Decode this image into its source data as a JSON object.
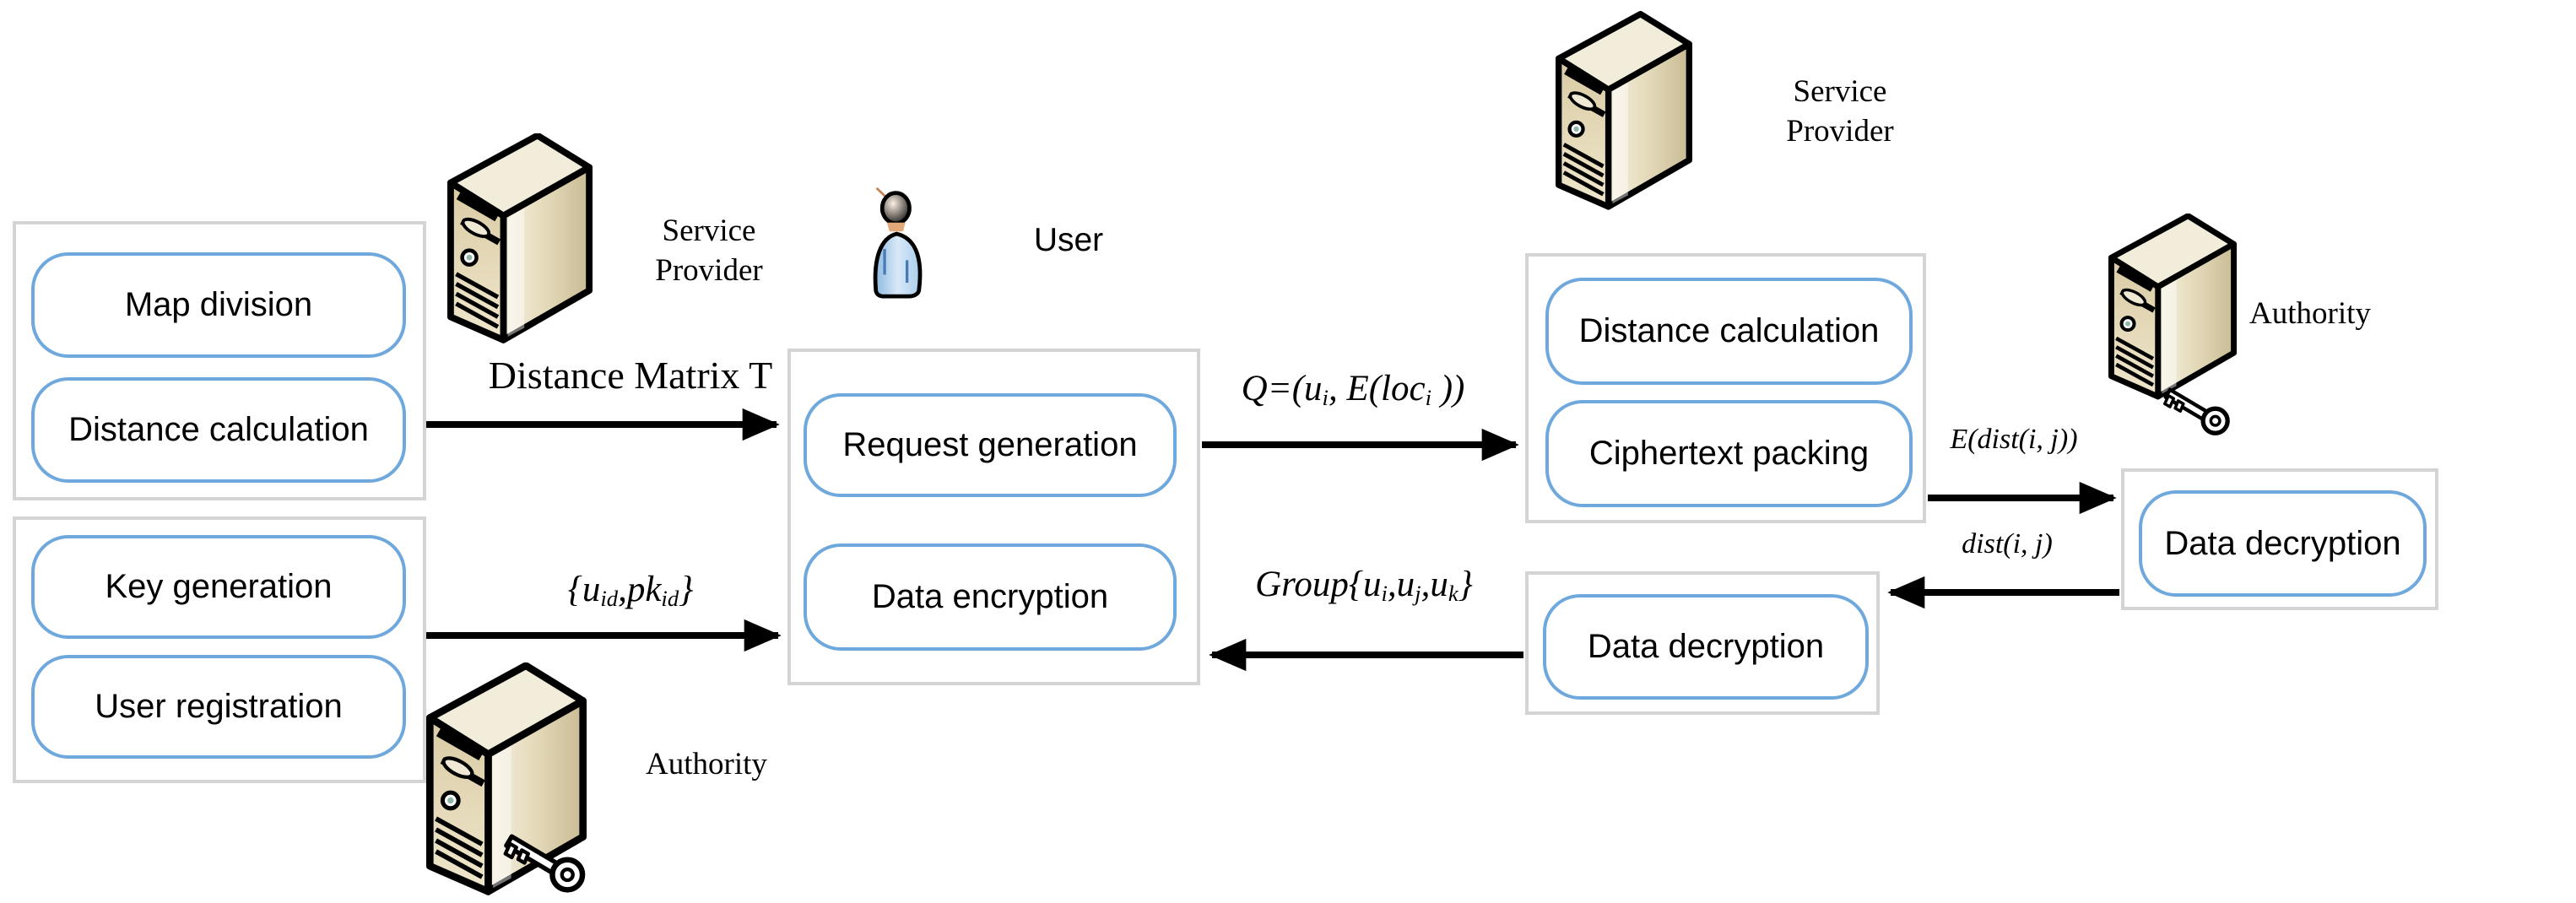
{
  "panels": {
    "sp_left": {
      "items": [
        "Map division",
        "Distance calculation"
      ]
    },
    "auth_left": {
      "items": [
        "Key generation",
        "User registration"
      ]
    },
    "user": {
      "items": [
        "Request generation",
        "Data encryption"
      ]
    },
    "sp_right": {
      "items": [
        "Distance calculation",
        "Ciphertext packing"
      ]
    },
    "mid_decrypt": {
      "items": [
        "Data decryption"
      ]
    },
    "right_decrypt": {
      "items": [
        "Data decryption"
      ]
    }
  },
  "actors": {
    "sp_left_label": "Service Provider",
    "sp_right_label": "Service Provider",
    "user_label": "User",
    "authority_right_label": "Authority",
    "authority_bottom_label": "Authority"
  },
  "messages": {
    "distance_matrix": "Distance Matrix T",
    "query": {
      "p0": "Q=(u",
      "s0": "i",
      "p1": ", E(loc",
      "s1": "i",
      "p2": " ))"
    },
    "group": {
      "p0": "Group{u",
      "s0": "i",
      "p1": ",u",
      "s1": "j",
      "p2": ",u",
      "s2": "k",
      "p3": "}"
    },
    "key_reg": {
      "p0": "{u",
      "s0": "id",
      "p1": ",pk",
      "s1": "id",
      "p2": "}"
    },
    "enc_dist": "E(dist(i, j))",
    "dist": "dist(i, j)"
  },
  "icons": [
    "server-tower-icon",
    "key-icon",
    "user-person-icon"
  ],
  "colors": {
    "process_box_border": "#6fa8dc",
    "panel_border": "#d4d4d4",
    "arrow": "#000000",
    "server_body": "#ddd0a9",
    "person_shirt": "#b9d5ee",
    "text": "#000000"
  }
}
